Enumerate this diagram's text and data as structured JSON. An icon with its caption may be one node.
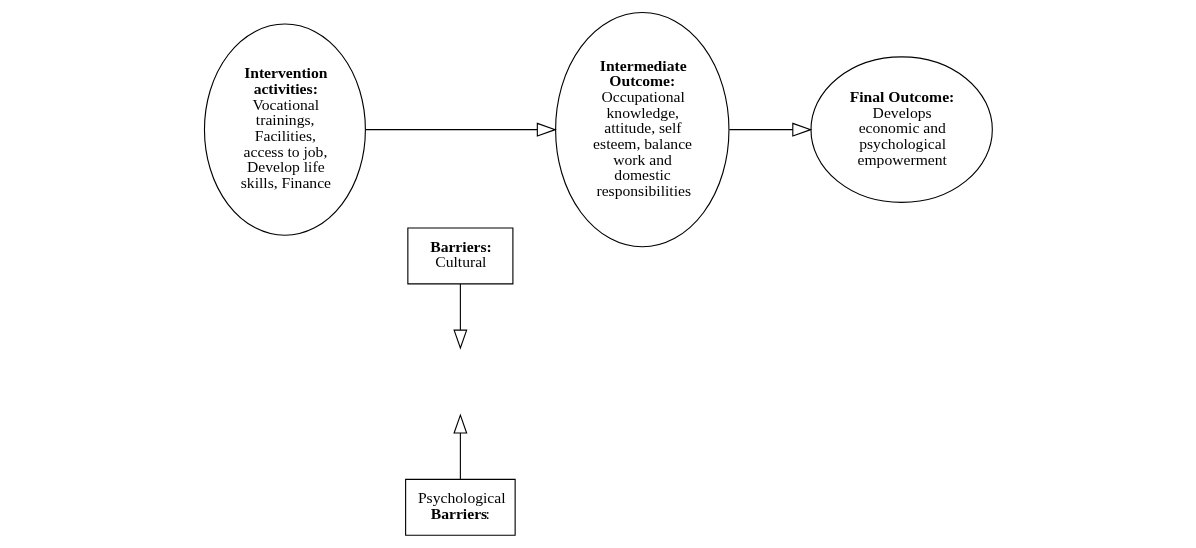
{
  "diagram": {
    "nodes": [
      {
        "text": [
          "Intervention activities:",
          "Vocational trainings, Facilities, access to job, Develop life skills, Finance"
        ]
      },
      {
        "text": [
          "Intermediate Outcome:",
          "Occupational knowledge, attitude, self esteem, balance work and domestic responsibilities"
        ]
      },
      {
        "text": [
          "Final Outcome:",
          "Develops economic and psychological empowerment"
        ]
      },
      {
        "text": [
          "Barriers:",
          "Cultural"
        ]
      },
      {
        "text": [
          "Psychological **Barriers**:"
        ]
      }
    ],
    "edges": [
      {
        "from": 0,
        "to": 1,
        "arrow": "to"
      },
      {
        "from": 1,
        "to": 2,
        "arrow": "to"
      },
      {
        "from": 3,
        "to": null,
        "arrow": "to"
      },
      {
        "from": 4,
        "to": null,
        "arrow": "to"
      }
    ]
  }
}
